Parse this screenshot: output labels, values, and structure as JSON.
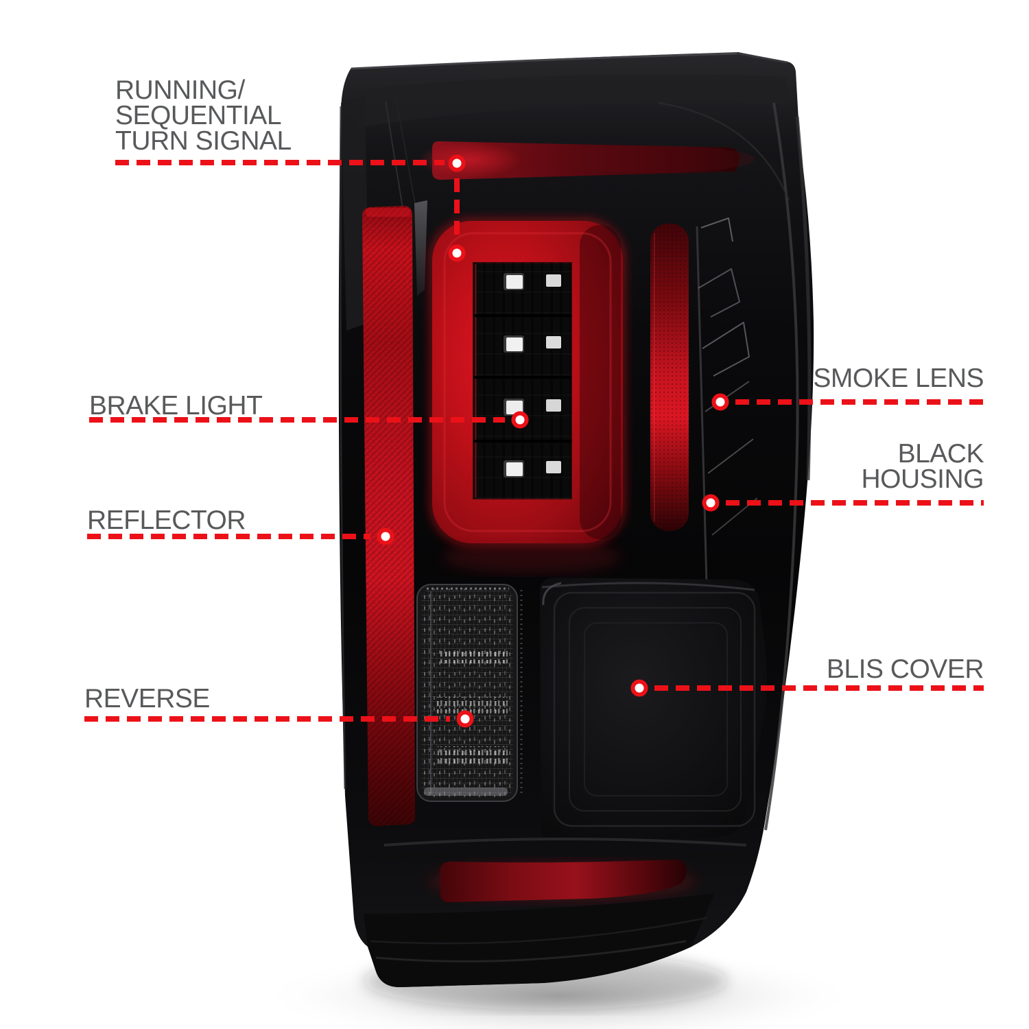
{
  "colors": {
    "accent_red": "#ec1118",
    "label_gray": "#58595b",
    "lamp_bright_red": "#c61019",
    "lamp_dark_red": "#5c070d",
    "housing_black": "#0a0a0b",
    "background": "#ffffff"
  },
  "callouts": {
    "running_turn": {
      "line1": "RUNNING/",
      "line2": "SEQUENTIAL",
      "line3": "TURN SIGNAL"
    },
    "brake": {
      "line1": "BRAKE LIGHT"
    },
    "reflector": {
      "line1": "REFLECTOR"
    },
    "reverse": {
      "line1": "REVERSE"
    },
    "smoke_lens": {
      "line1": "SMOKE LENS"
    },
    "black_housing": {
      "line1": "BLACK",
      "line2": "HOUSING"
    },
    "blis_cover": {
      "line1": "BLIS COVER"
    }
  }
}
